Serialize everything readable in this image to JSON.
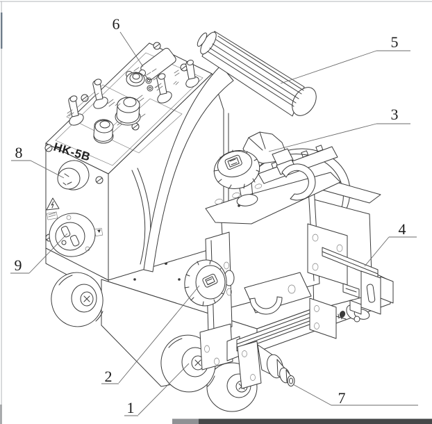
{
  "page": {
    "background": "#ffffff",
    "frame_color": "#b3b6ba",
    "left_accent_color": "#6e7c8a",
    "bottom_bar_light": "#8f9194",
    "bottom_bar_dark": "#464849"
  },
  "diagram": {
    "ink_color": "#3a3a3a",
    "model_label": "HK-5B",
    "callouts": [
      "1",
      "2",
      "3",
      "4",
      "5",
      "6",
      "7",
      "8",
      "9"
    ]
  }
}
